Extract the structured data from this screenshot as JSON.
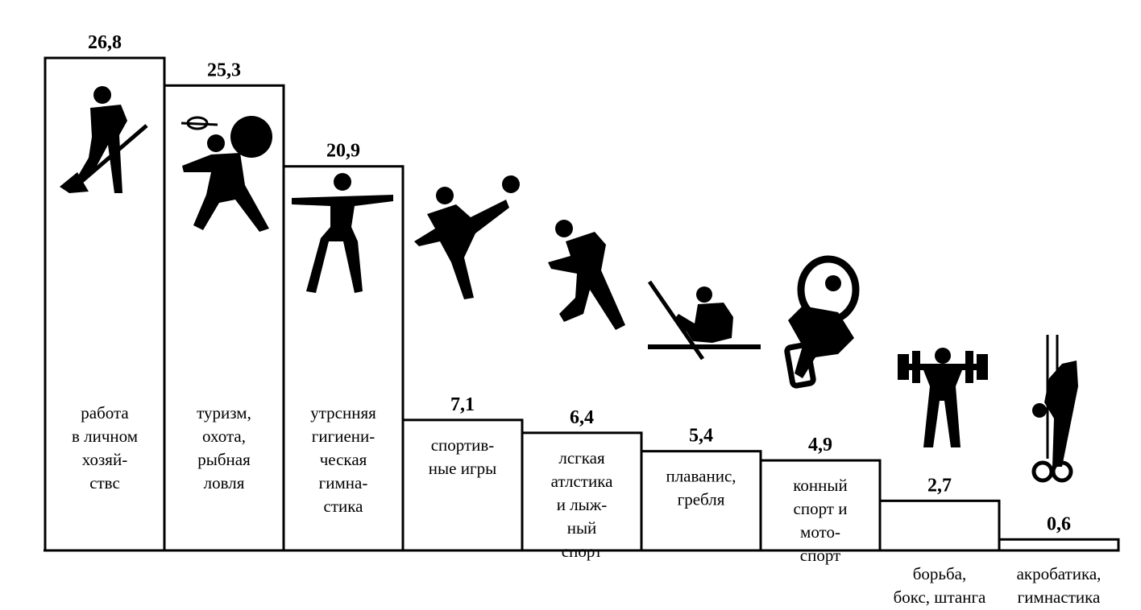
{
  "chart_data": {
    "type": "bar",
    "title": "",
    "xlabel": "",
    "ylabel": "",
    "ylim": [
      0,
      30
    ],
    "grid": false,
    "legend": "none",
    "bar_fill": "#ffffff",
    "bar_stroke": "#000000",
    "categories": [
      "работа в личном хозяй-ствс",
      "туризм, охота, рыбная ловля",
      "утрснняя гигиени-ческая гимна-стика",
      "спортив-ные игры",
      "лсгкая атлстика и лыж-ный спорт",
      "плаванис, гребля",
      "конный спорт и мото-спорт",
      "борьба, бокс, штанга",
      "акробатика, гимнастика"
    ],
    "values": [
      26.8,
      25.3,
      20.9,
      7.1,
      6.4,
      5.4,
      4.9,
      2.7,
      0.6
    ],
    "value_labels": [
      "26,8",
      "25,3",
      "20,9",
      "7,1",
      "6,4",
      "5,4",
      "4,9",
      "2,7",
      "0,6"
    ],
    "label_lines": [
      [
        "работа",
        "в личном",
        "хозяй-",
        "ствс"
      ],
      [
        "туризм,",
        "охота,",
        "рыбная",
        "ловля"
      ],
      [
        "утрснняя",
        "гигиени-",
        "ческая",
        "гимна-",
        "стика"
      ],
      [
        "спортив-",
        "ные игры"
      ],
      [
        "лсгкая",
        "атлстика",
        "и лыж-",
        "ный",
        "спорт"
      ],
      [
        "плаванис,",
        "гребля"
      ],
      [
        "конный",
        "спорт и",
        "мото-",
        "спорт"
      ],
      [
        "борьба,",
        "бокс, штанга"
      ],
      [
        "акробатика,",
        "гимнастика"
      ]
    ],
    "label_position": [
      "inside",
      "inside",
      "inside",
      "inside",
      "inside",
      "inside",
      "inside",
      "below",
      "below"
    ],
    "icons": [
      "digging-person-icon",
      "hiker-with-backpack-icon",
      "gymnast-arms-outstretched-icon",
      "soccer-kick-icon",
      "runner-icon",
      "rower-icon",
      "motorcyclist-icon",
      "weightlifter-icon",
      "ring-gymnast-icon"
    ]
  }
}
